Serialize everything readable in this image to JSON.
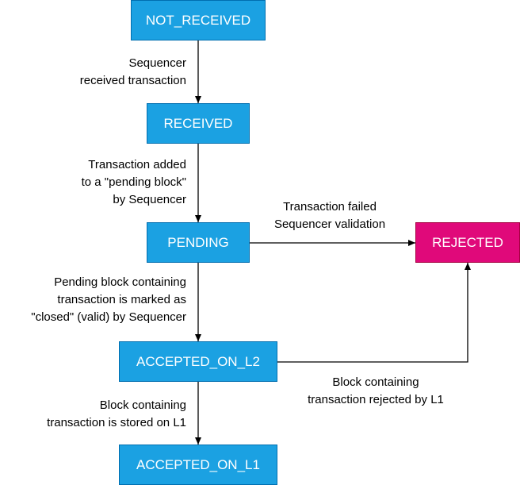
{
  "colors": {
    "state_fill": "#1ba1e2",
    "state_border": "#006eaf",
    "rejected_fill": "#e0097a",
    "rejected_border": "#a50040",
    "arrow": "#000000",
    "label_text": "#000000",
    "node_text": "#ffffff"
  },
  "nodes": {
    "not_received": "NOT_RECEIVED",
    "received": "RECEIVED",
    "pending": "PENDING",
    "rejected": "REJECTED",
    "accepted_on_l2": "ACCEPTED_ON_L2",
    "accepted_on_l1": "ACCEPTED_ON_L1"
  },
  "edges": {
    "not_received_to_received": "Sequencer\nreceived transaction",
    "received_to_pending": "Transaction added\nto a \"pending block\"\nby Sequencer",
    "pending_to_rejected": "Transaction failed\nSequencer validation",
    "pending_to_accepted_on_l2": "Pending block containing\ntransaction is marked as\n\"closed\" (valid) by Sequencer",
    "accepted_on_l2_to_rejected": "Block containing\ntransaction rejected by L1",
    "accepted_on_l2_to_accepted_on_l1": "Block containing\ntransaction is stored on L1"
  }
}
